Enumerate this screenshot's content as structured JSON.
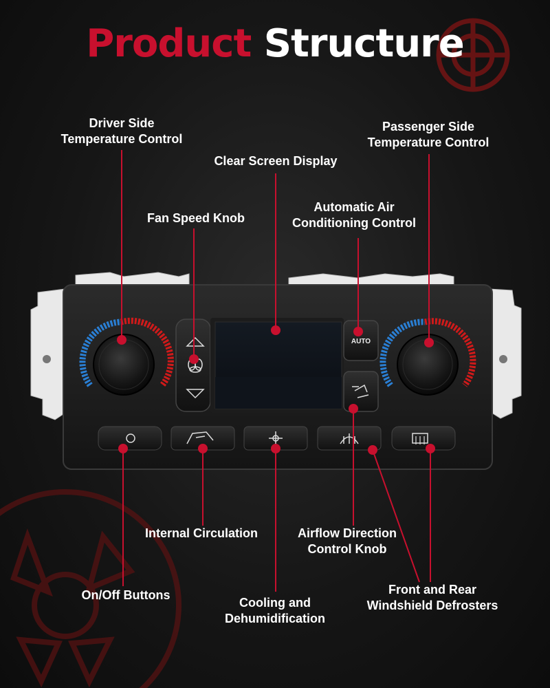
{
  "title": {
    "part1": "Product",
    "part2": "Structure"
  },
  "panel": {
    "auto_button_label": "AUTO"
  },
  "callouts": {
    "driver_temp": {
      "line1": "Driver Side",
      "line2": "Temperature Control"
    },
    "clear_screen": {
      "line1": "Clear Screen Display"
    },
    "passenger_temp": {
      "line1": "Passenger Side",
      "line2": "Temperature Control"
    },
    "fan_speed": {
      "line1": "Fan Speed Knob"
    },
    "auto_ac": {
      "line1": "Automatic Air",
      "line2": "Conditioning Control"
    },
    "internal_circ": {
      "line1": "Internal Circulation"
    },
    "airflow": {
      "line1": "Airflow Direction",
      "line2": "Control Knob"
    },
    "on_off": {
      "line1": "On/Off Buttons"
    },
    "cooling": {
      "line1": "Cooling and",
      "line2": "Dehumidification"
    },
    "defrosters": {
      "line1": "Front and Rear",
      "line2": "Windshield Defrosters"
    }
  },
  "colors": {
    "accent_red": "#c8102e",
    "knob_blue": "#2a7fd4",
    "knob_red": "#d01a1a"
  }
}
